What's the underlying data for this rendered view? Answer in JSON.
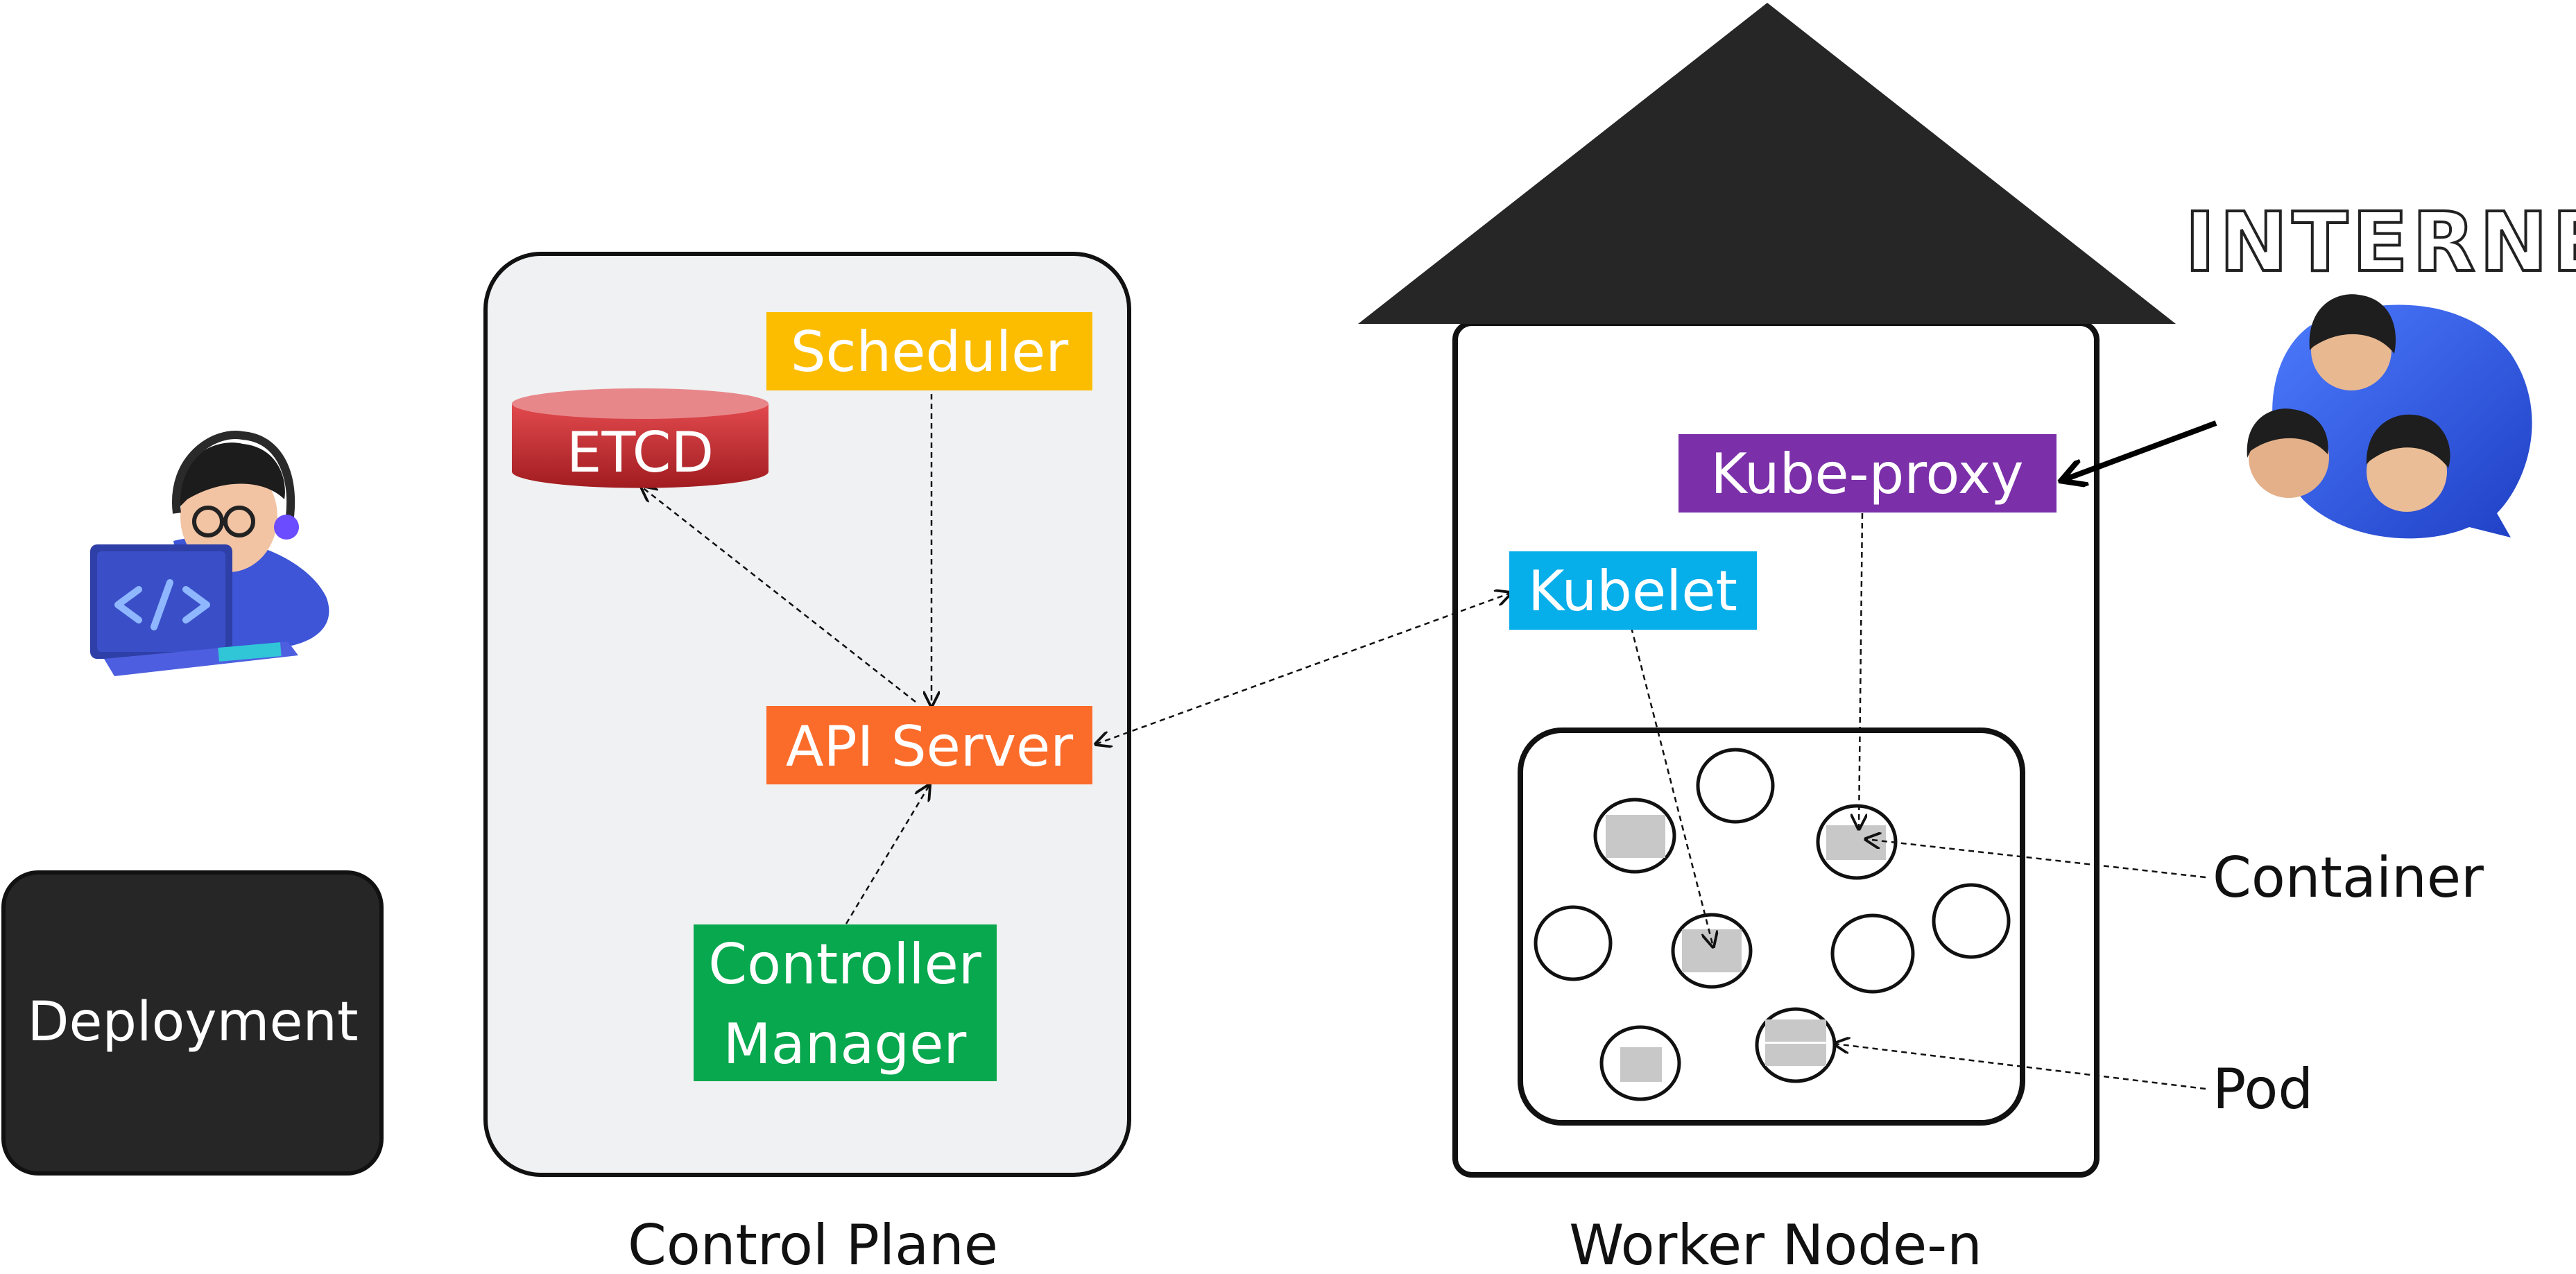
{
  "control_plane": {
    "title": "Control Plane",
    "components": {
      "scheduler": "Scheduler",
      "etcd": "ETCD",
      "api_server": "API Server",
      "controller_manager_line1": "Controller",
      "controller_manager_line2": "Manager"
    }
  },
  "worker_node": {
    "title": "Worker Node-n",
    "components": {
      "kube_proxy": "Kube-proxy",
      "kubelet": "Kubelet"
    }
  },
  "callouts": {
    "container": "Container",
    "pod": "Pod",
    "internet": "INTERNET"
  },
  "deployment": {
    "label": "Deployment"
  },
  "colors": {
    "scheduler": "#fcbd00",
    "etcd": "#c8282c",
    "api_server": "#fb6c2b",
    "controller_manager": "#07a84e",
    "kube_proxy": "#7b2fa8",
    "kubelet": "#06aeea",
    "panel_fill": "#f0f1f2",
    "dark": "#262626"
  }
}
